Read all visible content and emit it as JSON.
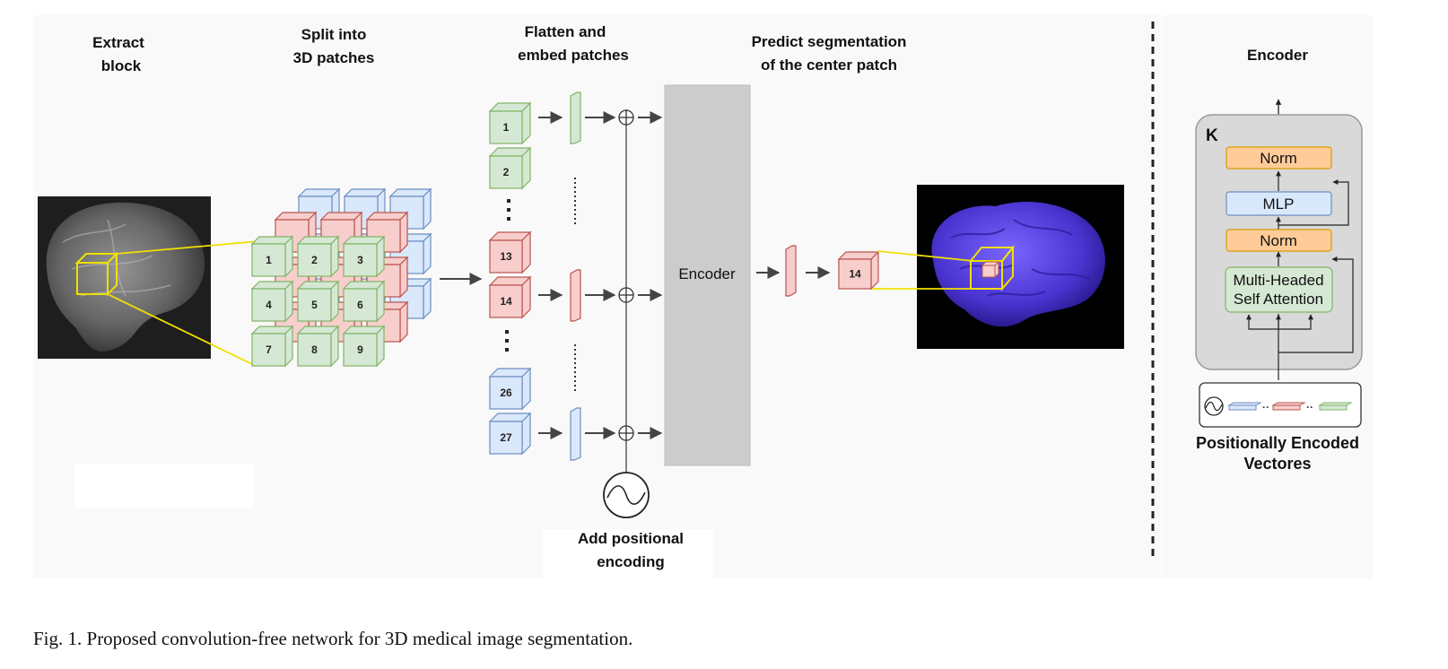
{
  "labels": {
    "extract": [
      "Extract",
      "block"
    ],
    "split": [
      "Split into",
      "3D patches"
    ],
    "flatten": [
      "Flatten and",
      "embed patches"
    ],
    "predict": [
      "Predict segmentation",
      "of the center patch"
    ],
    "encoder_title": "Encoder",
    "add_pe": [
      "Add positional",
      "encoding"
    ],
    "pev": [
      "Positionally Encoded",
      "Vectores"
    ]
  },
  "grid_numbers": [
    "1",
    "2",
    "3",
    "4",
    "5",
    "6",
    "7",
    "8",
    "9"
  ],
  "sequence_numbers": [
    "1",
    "2",
    "13",
    "14",
    "26",
    "27"
  ],
  "encoder_block_label": "Encoder",
  "output_patch_number": "14",
  "encoder_detail": {
    "repeat": "K",
    "norm_top": "Norm",
    "mlp": "MLP",
    "norm_bottom": "Norm",
    "attention": [
      "Multi-Headed",
      "Self Attention"
    ]
  },
  "caption": "Fig. 1.  Proposed convolution-free network for 3D medical image segmentation.",
  "colors": {
    "green_fill": "#d5e8d4",
    "green_stroke": "#82b366",
    "red_fill": "#f8cecc",
    "red_stroke": "#b85450",
    "blue_fill": "#dae8fc",
    "blue_stroke": "#6c8ebf",
    "orange_fill": "#ffcc99",
    "orange_stroke": "#d79b00",
    "brain_purple": "#5540d8",
    "highlight_yellow": "#f0e000"
  }
}
